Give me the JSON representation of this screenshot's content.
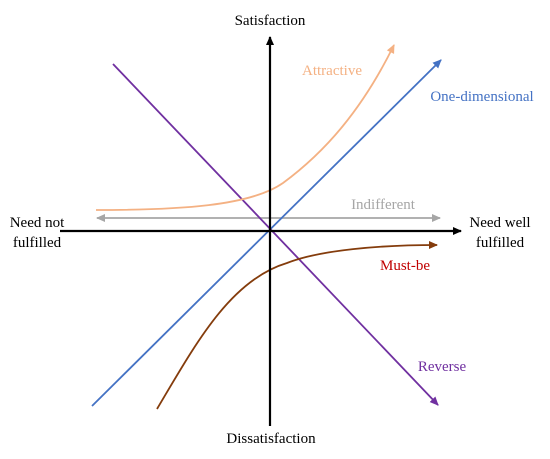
{
  "axes": {
    "y_top": "Satisfaction",
    "y_bottom": "Dissatisfaction",
    "x_left_line1": "Need not",
    "x_left_line2": "fulfilled",
    "x_right_line1": "Need well",
    "x_right_line2": "fulfilled"
  },
  "curves": {
    "attractive": {
      "label": "Attractive",
      "color": "#f4b183"
    },
    "one_dimensional": {
      "label": "One-dimensional",
      "color": "#4472c4"
    },
    "indifferent": {
      "label": "Indifferent",
      "color": "#a6a6a6"
    },
    "must_be": {
      "label": "Must-be",
      "color": "#c00000",
      "line_color": "#843c0c"
    },
    "reverse": {
      "label": "Reverse",
      "color": "#7030a0"
    }
  },
  "colors": {
    "axis": "#000000"
  }
}
